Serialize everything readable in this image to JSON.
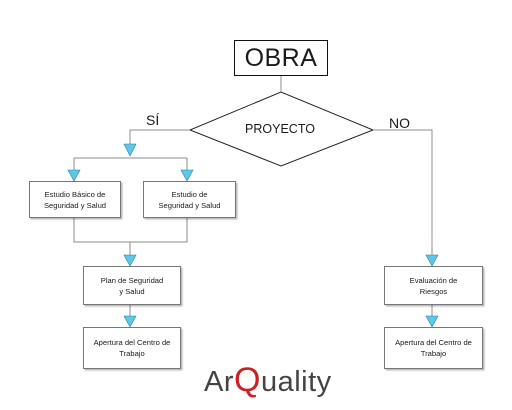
{
  "diagram": {
    "root": "OBRA",
    "decision": "PROYECTO",
    "branch_yes": "SÍ",
    "branch_no": "NO",
    "nodes": {
      "estudio_basico": "Estudio Básico de\nSeguridad y Salud",
      "estudio_sys": "Estudio  de\nSeguridad y Salud",
      "plan": "Plan de Seguridad\ny Salud",
      "apertura_left": "Apertura del Centro de\nTrabajo",
      "evaluacion": "Evaluación de\nRiesgos",
      "apertura_right": "Apertura del Centro de\nTrabajo"
    }
  },
  "logo": {
    "part1": "Ar",
    "q": "Q",
    "part2": "uality",
    "accent_color": "#cc1f1f"
  },
  "colors": {
    "arrow_fill": "#5bc8ec",
    "line": "#8c8c8c"
  }
}
